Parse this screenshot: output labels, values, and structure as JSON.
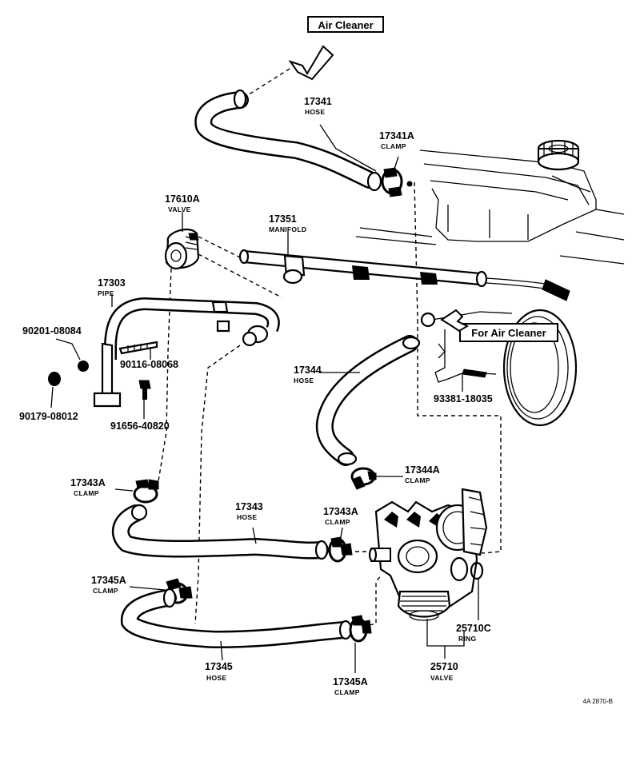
{
  "diagram": {
    "box_air_cleaner": "Air Cleaner",
    "box_for_air_cleaner": "For Air Cleaner",
    "footer_code": "4A 2870-B",
    "callouts": {
      "hose_17341": {
        "part": "17341",
        "name": "HOSE"
      },
      "clamp_17341a": {
        "part": "17341A",
        "name": "CLAMP"
      },
      "valve_17610a": {
        "part": "17610A",
        "name": "VALVE"
      },
      "manifold_17351": {
        "part": "17351",
        "name": "MANIFOLD"
      },
      "pipe_17303": {
        "part": "17303",
        "name": "PIPE"
      },
      "bolt_90201": {
        "part": "90201-08084"
      },
      "bolt_90116": {
        "part": "90116-08068"
      },
      "nut_90179": {
        "part": "90179-08012"
      },
      "bolt_91656": {
        "part": "91656-40820"
      },
      "hose_17344": {
        "part": "17344",
        "name": "HOSE"
      },
      "screw_93381": {
        "part": "93381-18035"
      },
      "clamp_17344a": {
        "part": "17344A",
        "name": "CLAMP"
      },
      "clamp_17343a_left": {
        "part": "17343A",
        "name": "CLAMP"
      },
      "hose_17343": {
        "part": "17343",
        "name": "HOSE"
      },
      "clamp_17343a_right": {
        "part": "17343A",
        "name": "CLAMP"
      },
      "clamp_17345a_left": {
        "part": "17345A",
        "name": "CLAMP"
      },
      "ring_25710c": {
        "part": "25710C",
        "name": "RING"
      },
      "hose_17345": {
        "part": "17345",
        "name": "HOSE"
      },
      "clamp_17345a_bottom": {
        "part": "17345A",
        "name": "CLAMP"
      },
      "valve_25710": {
        "part": "25710",
        "name": "VALVE"
      }
    }
  }
}
